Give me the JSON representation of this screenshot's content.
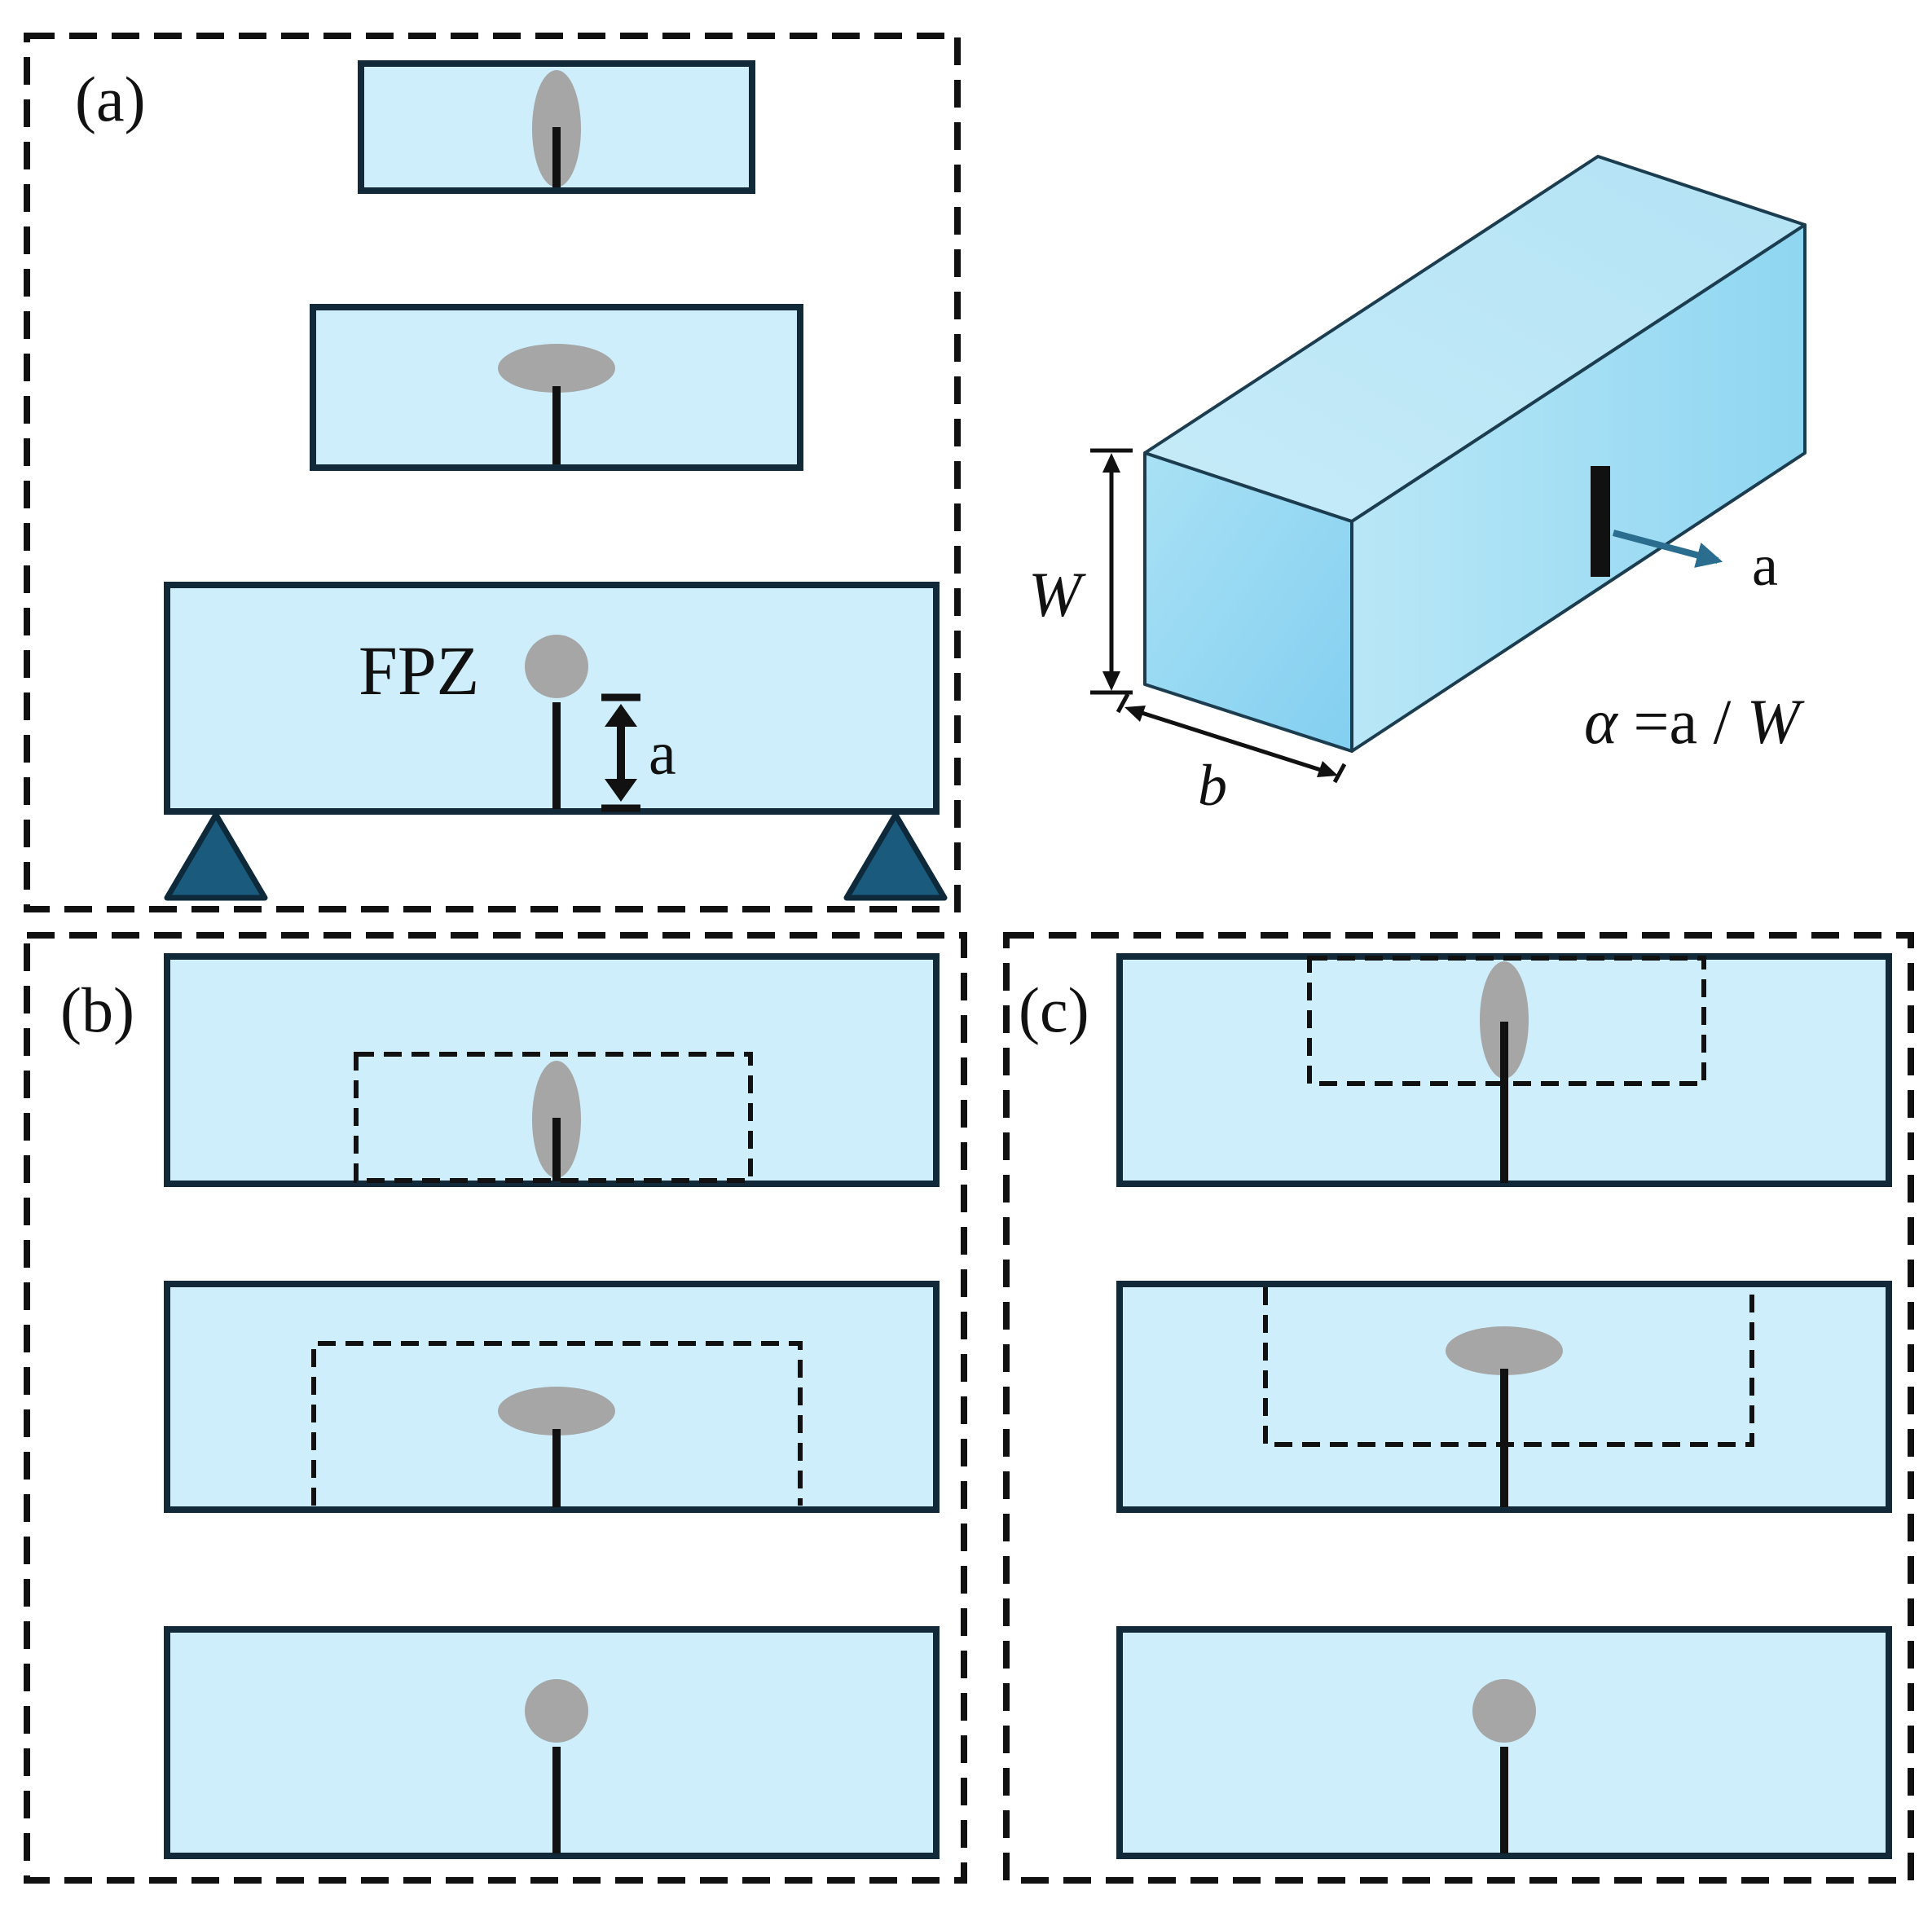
{
  "panels": {
    "a": {
      "label": "(a)"
    },
    "b": {
      "label": "(b)"
    },
    "c": {
      "label": "(c)"
    }
  },
  "annotations": {
    "fpz": "FPZ",
    "crack_length": "a"
  },
  "specimen_3d": {
    "height_label": "W",
    "width_label": "b",
    "crack_label": "a",
    "formula_alpha": "α",
    "formula_rest": " =a / ",
    "formula_w": "W"
  },
  "colors": {
    "specimen_fill": "#cdeefa",
    "specimen_stroke": "#12293a",
    "fpz_fill": "#a6a6a6",
    "support_fill": "#1a5a7c",
    "box_front": "#8fd6f1",
    "box_top": "#c8ecf8",
    "box_side": "#9fdcf2",
    "arrow": "#2a6d8f"
  }
}
